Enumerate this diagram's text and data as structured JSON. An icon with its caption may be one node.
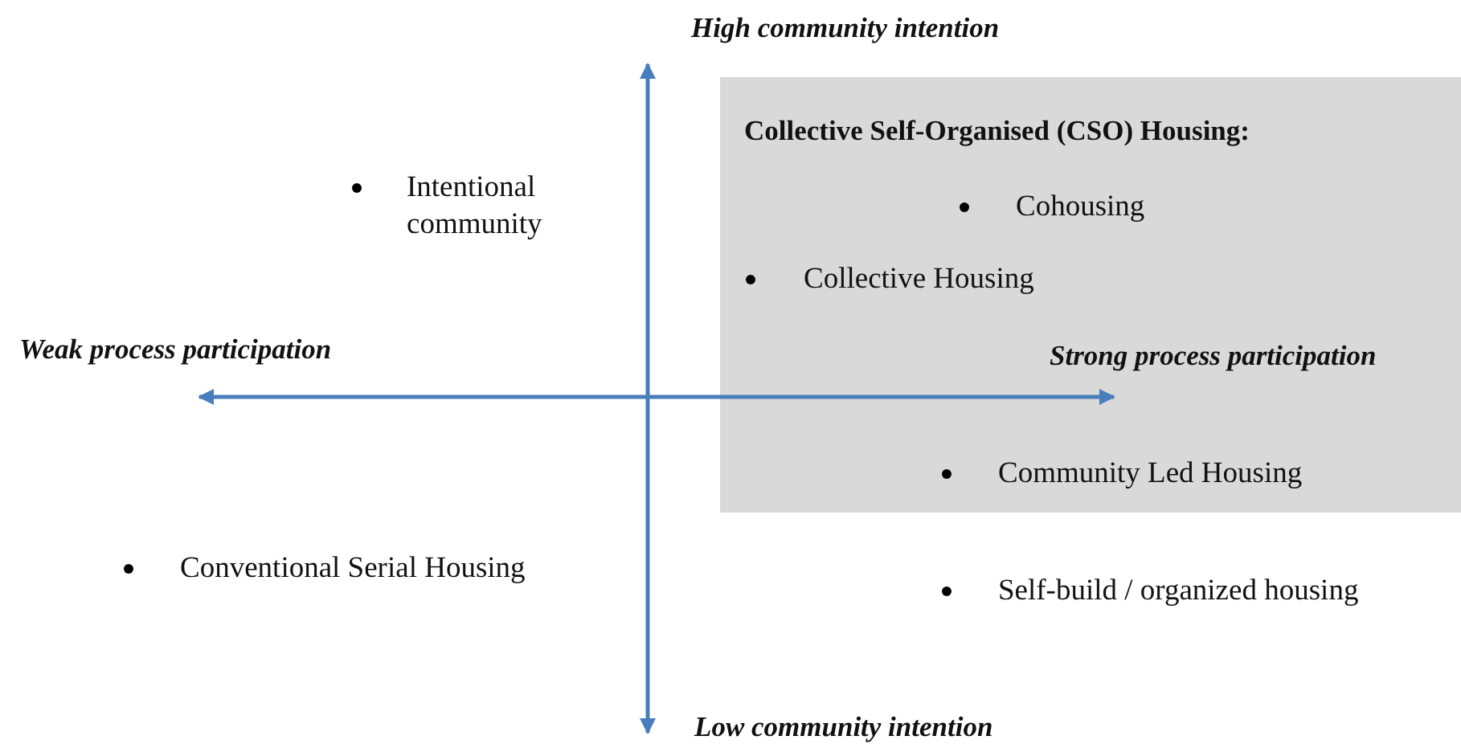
{
  "diagram": {
    "nodes": [
      {
        "text": [
          "Collective Self-Organised (CSO) Housing:",
          "Cohousing",
          "Collective Housing",
          "Community Led Housing"
        ]
      }
    ],
    "edges": [],
    "labels": [
      "High community intention",
      "Intentional community",
      "Weak process participation",
      "Strong process participation",
      "Conventional Serial Housing",
      "Self-build / organized housing",
      "Low community intention"
    ]
  }
}
